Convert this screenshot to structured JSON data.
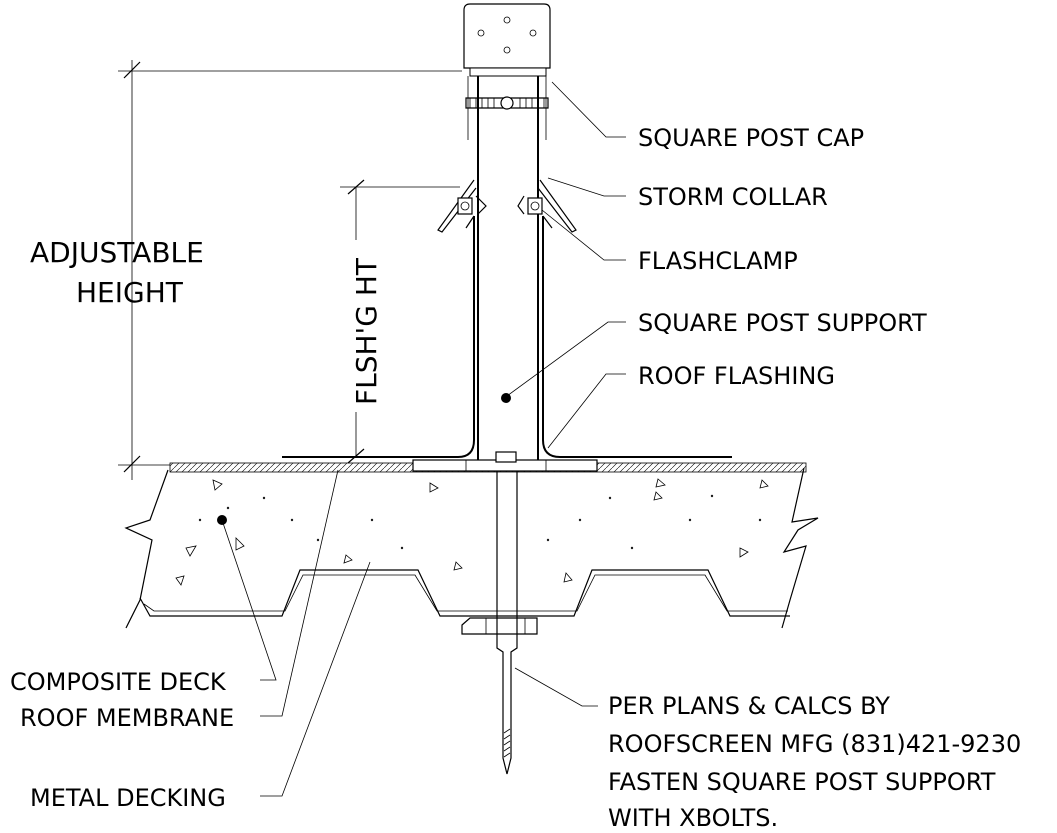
{
  "labels": {
    "square_post_cap": "SQUARE POST CAP",
    "storm_collar": "STORM COLLAR",
    "flashclamp": "FLASHCLAMP",
    "square_post_support": "SQUARE POST SUPPORT",
    "roof_flashing": "ROOF FLASHING",
    "adjustable_height_1": "ADJUSTABLE",
    "adjustable_height_2": "HEIGHT",
    "flashing_height": "FLSH'G HT",
    "composite_deck": "COMPOSITE DECK",
    "roof_membrane": "ROOF MEMBRANE",
    "metal_decking": "METAL DECKING",
    "note_line_1": "PER PLANS & CALCS BY",
    "note_line_2": "ROOFSCREEN MFG (831)421-9230",
    "note_line_3": "FASTEN SQUARE POST SUPPORT",
    "note_line_4": "WITH XBOLTS."
  }
}
